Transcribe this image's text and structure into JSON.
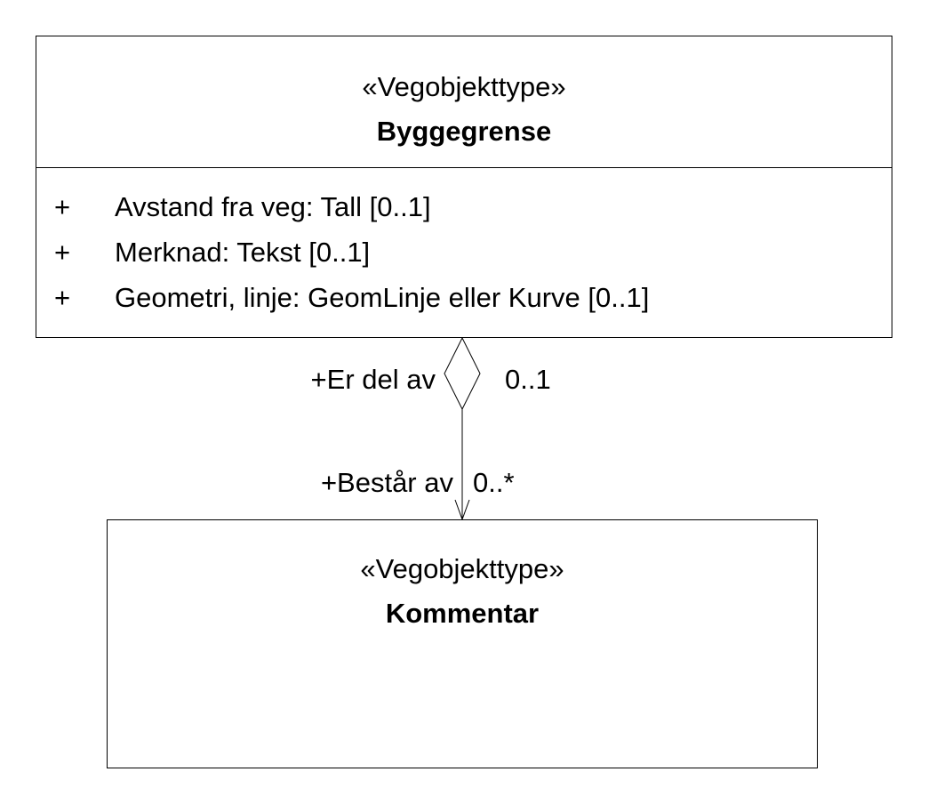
{
  "classes": {
    "byggegrense": {
      "stereotype": "«Vegobjekttype»",
      "name": "Byggegrense",
      "attributes": [
        {
          "visibility": "+",
          "text": "Avstand fra veg: Tall [0..1]"
        },
        {
          "visibility": "+",
          "text": "Merknad: Tekst [0..1]"
        },
        {
          "visibility": "+",
          "text": "Geometri, linje: GeomLinje eller Kurve [0..1]"
        }
      ]
    },
    "kommentar": {
      "stereotype": "«Vegobjekttype»",
      "name": "Kommentar"
    }
  },
  "association": {
    "type": "aggregation",
    "source_role": "+Er del av",
    "source_multiplicity": "0..1",
    "target_role": "+Består av",
    "target_multiplicity": "0..*"
  },
  "colors": {
    "line": "#000000",
    "background": "#ffffff"
  }
}
